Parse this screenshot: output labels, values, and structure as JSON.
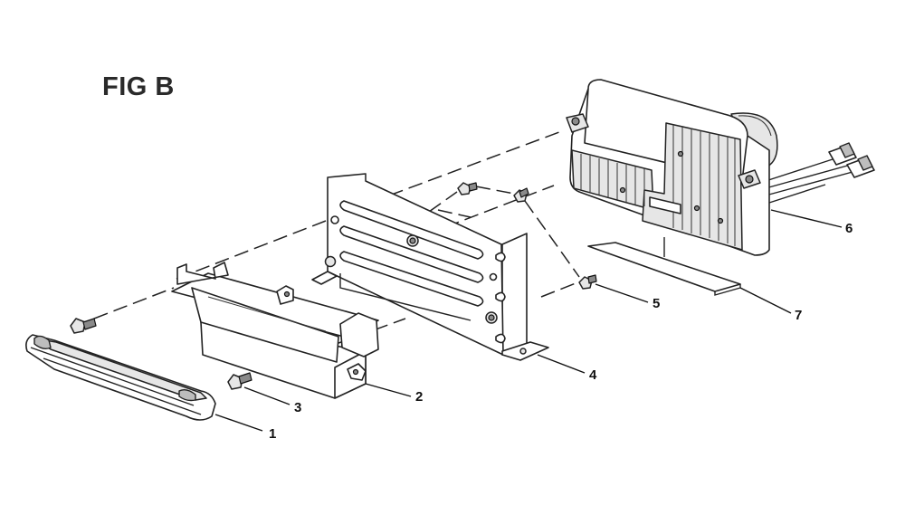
{
  "figure": {
    "title": "FIG B"
  },
  "callouts": [
    {
      "number": "1",
      "part": "handle"
    },
    {
      "number": "2",
      "part": "bezel"
    },
    {
      "number": "3",
      "part": "bezel-screw"
    },
    {
      "number": "4",
      "part": "mounting-bracket"
    },
    {
      "number": "5",
      "part": "bracket-screw"
    },
    {
      "number": "6",
      "part": "charger"
    },
    {
      "number": "7",
      "part": "pad"
    }
  ]
}
